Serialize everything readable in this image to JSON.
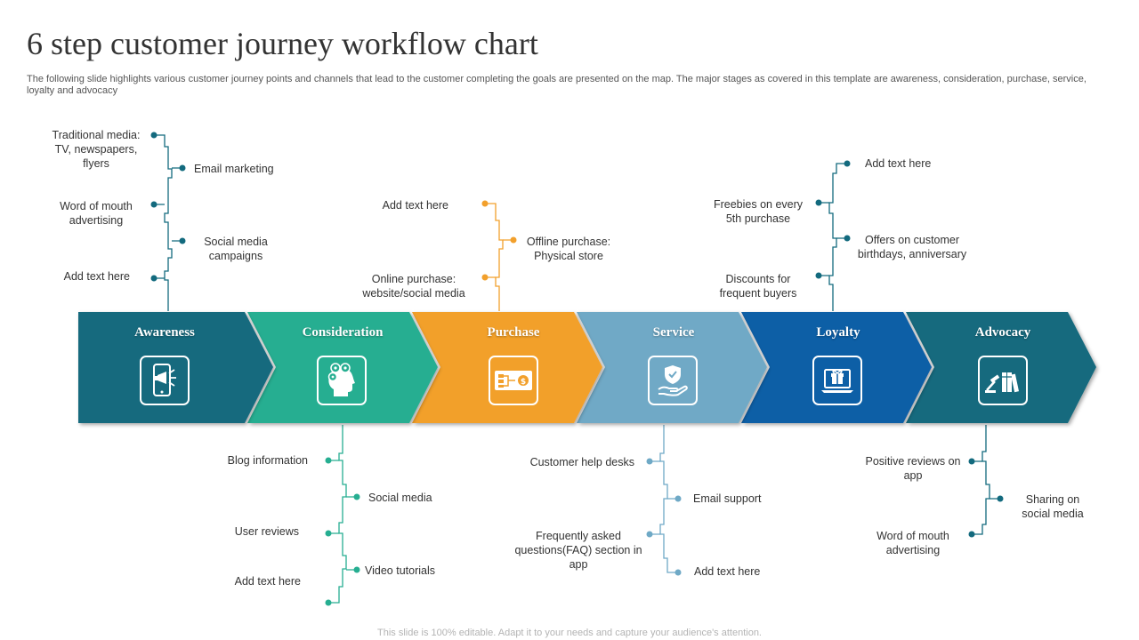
{
  "title": "6 step customer journey workflow chart",
  "subtitle": "The following slide highlights various customer journey points and channels that lead to the customer completing the goals are presented on the map. The major stages as covered in this template are awareness, consideration, purchase, service, loyalty and advocacy",
  "footer": "This slide is 100% editable. Adapt it to your needs and capture your audience's attention.",
  "colors": {
    "awareness": "#136a7e",
    "consideration": "#26ae91",
    "purchase": "#f2a02c",
    "service": "#6fa9c6",
    "loyalty": "#0d5ea6",
    "advocacy": "#136a7e"
  },
  "stages": [
    {
      "name": "Awareness",
      "icon": "megaphone-phone-icon"
    },
    {
      "name": "Consideration",
      "icon": "head-thinking-icon"
    },
    {
      "name": "Purchase",
      "icon": "cash-flow-icon"
    },
    {
      "name": "Service",
      "icon": "hand-shield-icon"
    },
    {
      "name": "Loyalty",
      "icon": "laptop-gift-icon"
    },
    {
      "name": "Advocacy",
      "icon": "gavel-books-icon"
    }
  ],
  "touchpoints": {
    "awareness": [
      "Traditional media: TV, newspapers, flyers",
      "Email marketing",
      "Word of mouth advertising",
      "Social media campaigns",
      "Add text here"
    ],
    "consideration": [
      "Blog information",
      "Social media",
      "User reviews",
      "Video tutorials",
      "Add text here"
    ],
    "purchase": [
      "Add text here",
      "Offline purchase: Physical store",
      "Online purchase: website/social media"
    ],
    "service": [
      "Customer help desks",
      "Email support",
      "Frequently asked questions(FAQ) section in app",
      "Add text here"
    ],
    "loyalty": [
      "Add text here",
      "Freebies on every 5th purchase",
      "Offers on customer birthdays, anniversary",
      "Discounts for frequent buyers"
    ],
    "advocacy": [
      "Positive reviews on app",
      "Sharing on social media",
      "Word of mouth advertising"
    ]
  }
}
